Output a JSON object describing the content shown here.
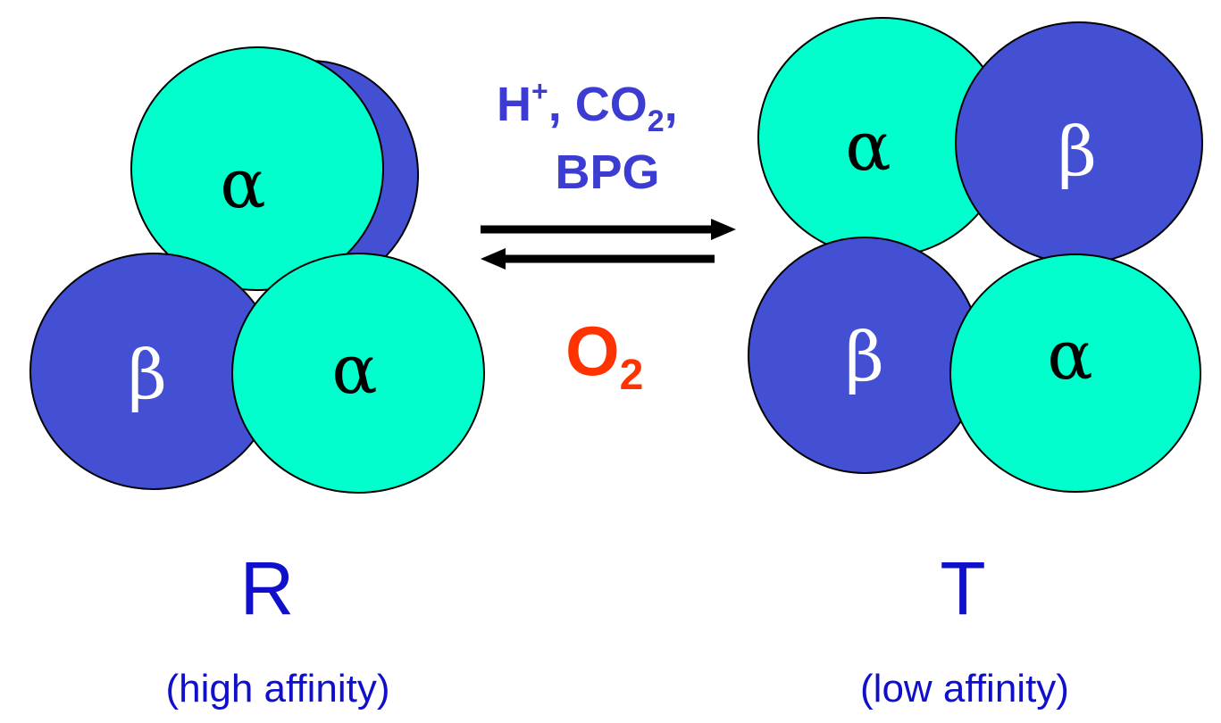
{
  "colors": {
    "alpha_fill": "#00ffcc",
    "beta_fill": "#4450d4",
    "outline": "#000000",
    "state_label": "#1010cc",
    "effector_text": "#3c3cd2",
    "oxygen_text": "#ff3300",
    "arrow": "#000000"
  },
  "r_state": {
    "label": "R",
    "description": "(high affinity)",
    "subunits": {
      "back_beta": "",
      "top_alpha": "α",
      "bottom_beta": "β",
      "bottom_alpha": "α"
    }
  },
  "t_state": {
    "label": "T",
    "description": "(low affinity)",
    "subunits": {
      "top_alpha": "α",
      "top_beta": "β",
      "bottom_beta": "β",
      "bottom_alpha": "α"
    }
  },
  "equilibrium": {
    "forward_effectors": {
      "h": "H",
      "h_sup": "+",
      "sep": ", CO",
      "co2_sub": "2",
      "comma": ",",
      "line2": "BPG"
    },
    "reverse_effector": {
      "o": "O",
      "sub": "2"
    }
  }
}
